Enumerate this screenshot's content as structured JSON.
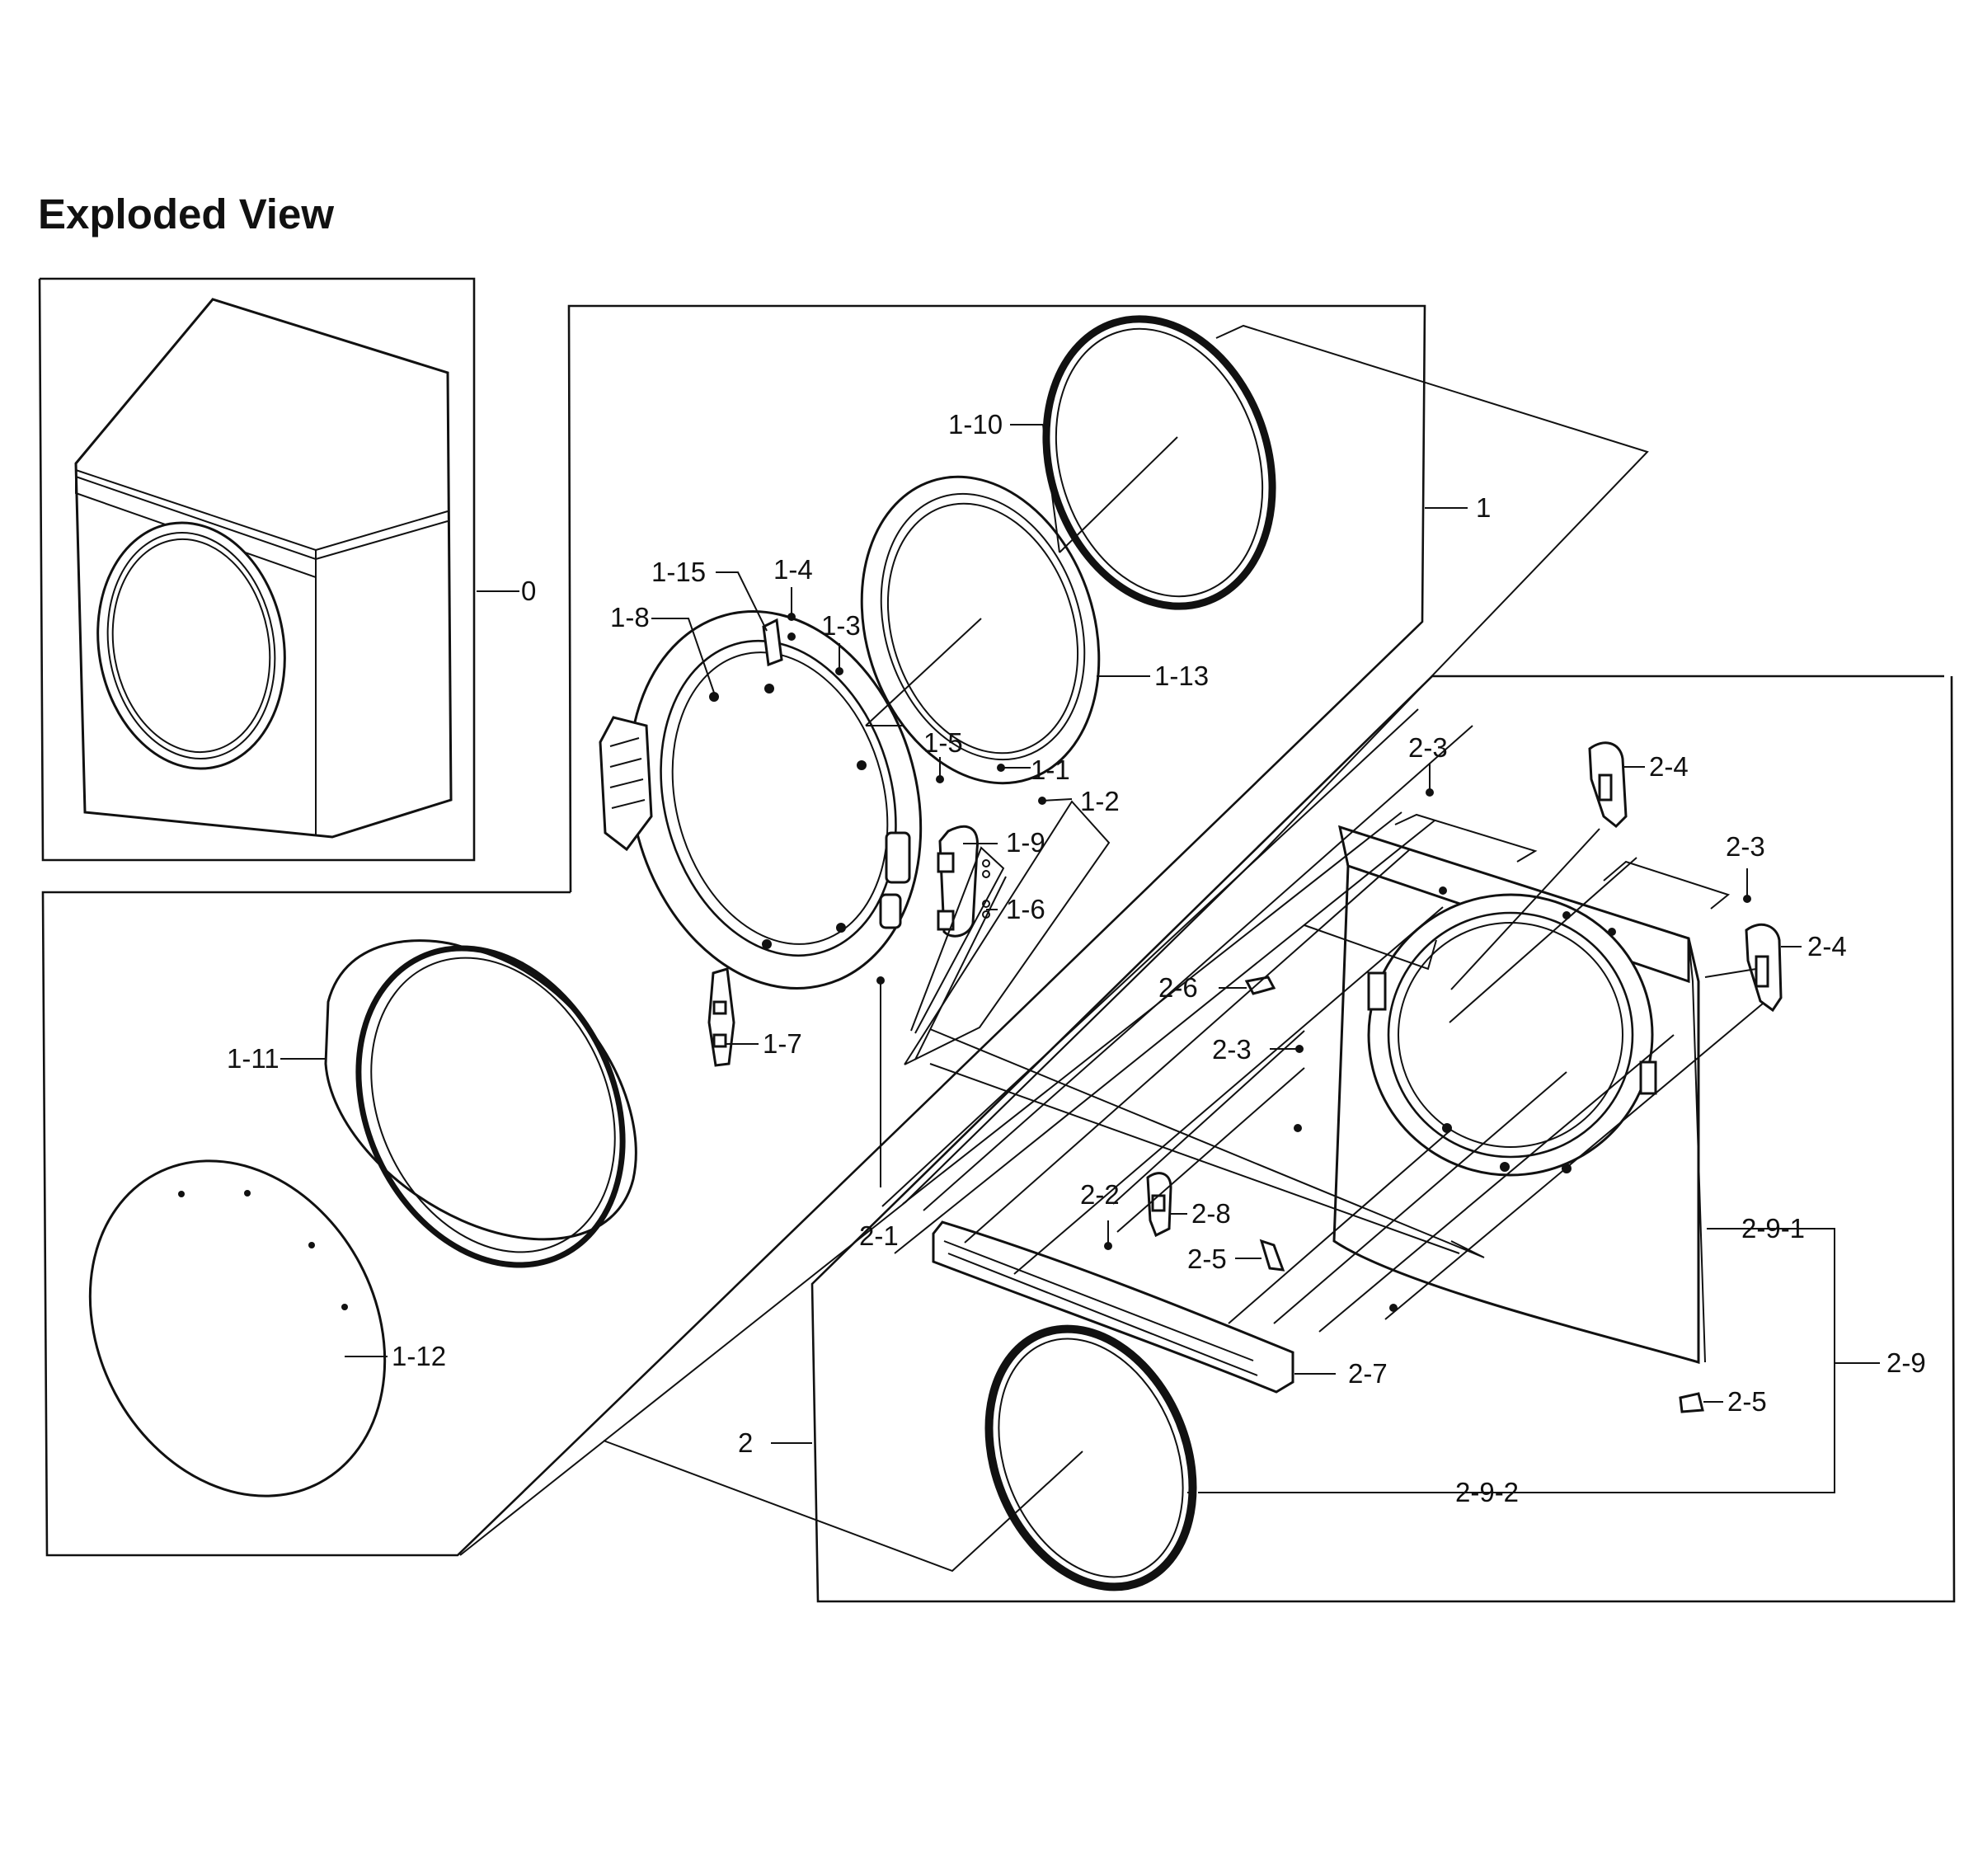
{
  "title": "Exploded View",
  "callouts": {
    "c0": "0",
    "c1": "1",
    "c1_1": "1-1",
    "c1_2": "1-2",
    "c1_3": "1-3",
    "c1_4": "1-4",
    "c1_5": "1-5",
    "c1_6": "1-6",
    "c1_7": "1-7",
    "c1_8": "1-8",
    "c1_9": "1-9",
    "c1_10": "1-10",
    "c1_11": "1-11",
    "c1_12": "1-12",
    "c1_13": "1-13",
    "c1_15": "1-15",
    "c2": "2",
    "c2_1": "2-1",
    "c2_2": "2-2",
    "c2_3a": "2-3",
    "c2_3b": "2-3",
    "c2_3c": "2-3",
    "c2_4a": "2-4",
    "c2_4b": "2-4",
    "c2_5a": "2-5",
    "c2_5b": "2-5",
    "c2_6": "2-6",
    "c2_7": "2-7",
    "c2_8": "2-8",
    "c2_9": "2-9",
    "c2_9_1": "2-9-1",
    "c2_9_2": "2-9-2"
  }
}
